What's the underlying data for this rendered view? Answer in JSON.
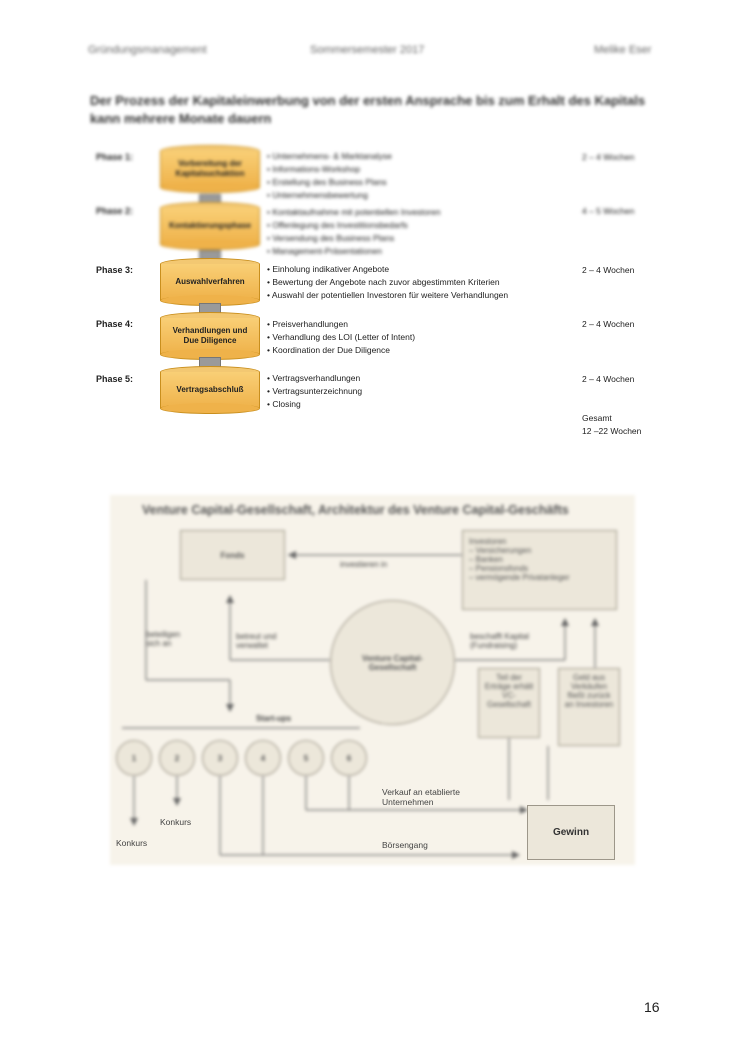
{
  "header": {
    "left": "Gründungsmanagement",
    "center": "Sommersemester 2017",
    "right": "Melike Eser"
  },
  "title": "Der Prozess der Kapitaleinwerbung von der ersten Ansprache bis zum Erhalt des Kapitals kann mehrere Monate dauern",
  "phases": [
    {
      "label": "Phase 1:",
      "name": "Vorbereitung der Kapitalsuchaktion",
      "weeks": "2 – 4 Wochen",
      "bullets": [
        "Unternehmens- & Marktanalyse",
        "Informations-Workshop",
        "Erstellung des Business Plans",
        "Unternehmensbewertung"
      ]
    },
    {
      "label": "Phase 2:",
      "name": "Kontaktierungsphase",
      "weeks": "4 – 5 Wochen",
      "bullets": [
        "Kontaktaufnahme mit potentiellen Investoren",
        "Offenlegung des Investitionsbedarfs",
        "Versendung des Business Plans",
        "Management-Präsentationen"
      ]
    },
    {
      "label": "Phase 3:",
      "name": "Auswahlverfahren",
      "weeks": "2 – 4 Wochen",
      "bullets": [
        "Einholung indikativer Angebote",
        "Bewertung der Angebote nach zuvor abgestimmten Kriterien",
        "Auswahl der potentiellen Investoren für weitere Verhandlungen"
      ]
    },
    {
      "label": "Phase 4:",
      "name": "Verhandlungen und Due Diligence",
      "weeks": "2 – 4 Wochen",
      "bullets": [
        "Preisverhandlungen",
        "Verhandlung des LOI (Letter of Intent)",
        "Koordination der Due Diligence"
      ]
    },
    {
      "label": "Phase 5:",
      "name": "Vertragsabschluß",
      "weeks": "2 – 4 Wochen",
      "bullets": [
        "Vertragsverhandlungen",
        "Vertragsunterzeichnung",
        "Closing"
      ]
    }
  ],
  "total": {
    "label": "Gesamt",
    "value": "12 –22 Wochen"
  },
  "diagram": {
    "title": "Venture Capital-Gesellschaft, Architektur des Venture Capital-Geschäfts",
    "fonds": "Fonds",
    "investoren_title": "Investoren",
    "investoren": [
      "Versicherungen",
      "Banken",
      "Pensionsfonds",
      "vermögende Privatanleger"
    ],
    "investieren_in": "investieren in",
    "beteiligen": "beteiligen sich an",
    "betreut": "betreut und verwaltet",
    "beschafft": "beschafft Kapital (Fundraising)",
    "vcg": "Venture Capital-Gesellschaft",
    "teil_ertraege": "Teil der Erträge erhält VC-Gesellschaft",
    "geld_zurueck": "Geld aus Verkäufen fließt zurück an Investoren",
    "startups": "Start-ups",
    "circles": [
      "1",
      "2",
      "3",
      "4",
      "5",
      "6"
    ],
    "verkauf": "Verkauf an etablierte Unternehmen",
    "boersengang": "Börsengang",
    "gewinn": "Gewinn",
    "konkurs1": "Konkurs",
    "konkurs2": "Konkurs"
  },
  "page_number": "16"
}
